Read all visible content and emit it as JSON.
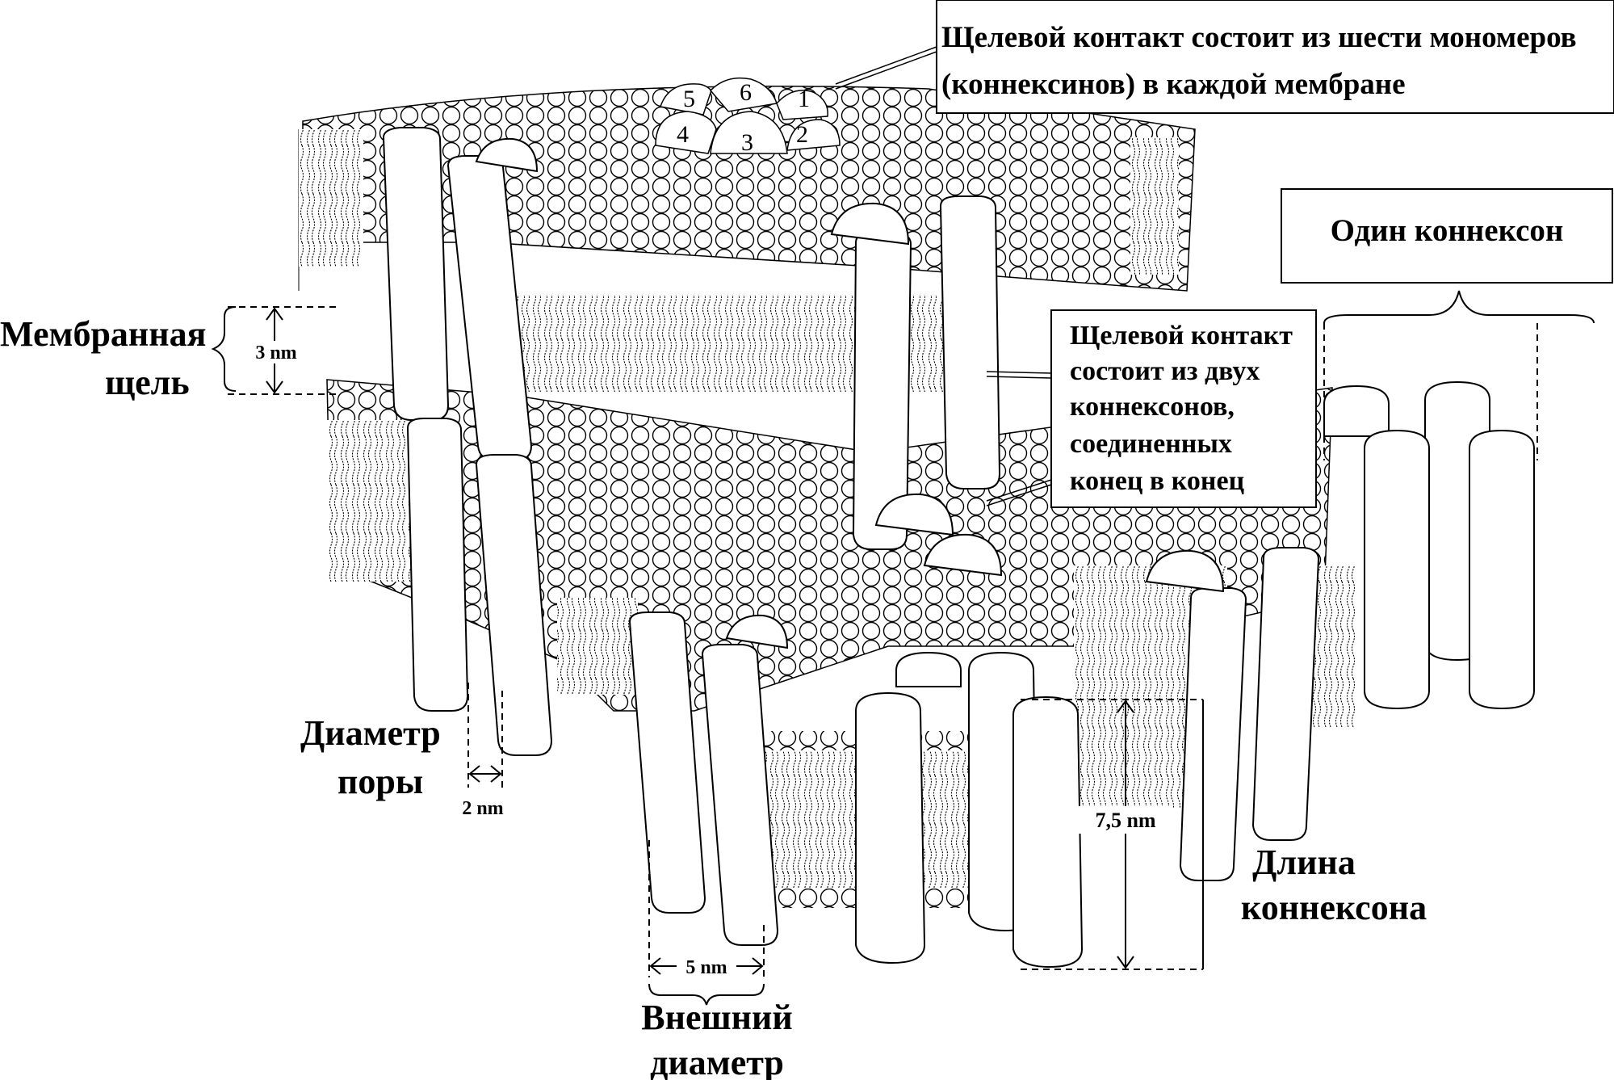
{
  "labels": {
    "top_callout": [
      "Щелевой контакт состоит из шести мономеров",
      "(коннексинов) в каждой мембране"
    ],
    "one_connexon": "Один коннексон",
    "membrane_gap": [
      "Мембранная",
      "щель"
    ],
    "gap_dim": "3 nm",
    "junction_callout": [
      "Щелевой контакт",
      "состоит из двух",
      "коннексонов,",
      "соединенных",
      "конец в конец"
    ],
    "pore_diameter": [
      "Диаметр",
      "поры"
    ],
    "pore_dim": "2 nm",
    "outer_dim": "5 nm",
    "outer_diameter": [
      "Внешний",
      "диаметр"
    ],
    "length_dim": "7,5 nm",
    "connexon_length": [
      "Длина",
      "коннексона"
    ]
  },
  "connexin_numbers": [
    "1",
    "2",
    "3",
    "4",
    "5",
    "6"
  ]
}
